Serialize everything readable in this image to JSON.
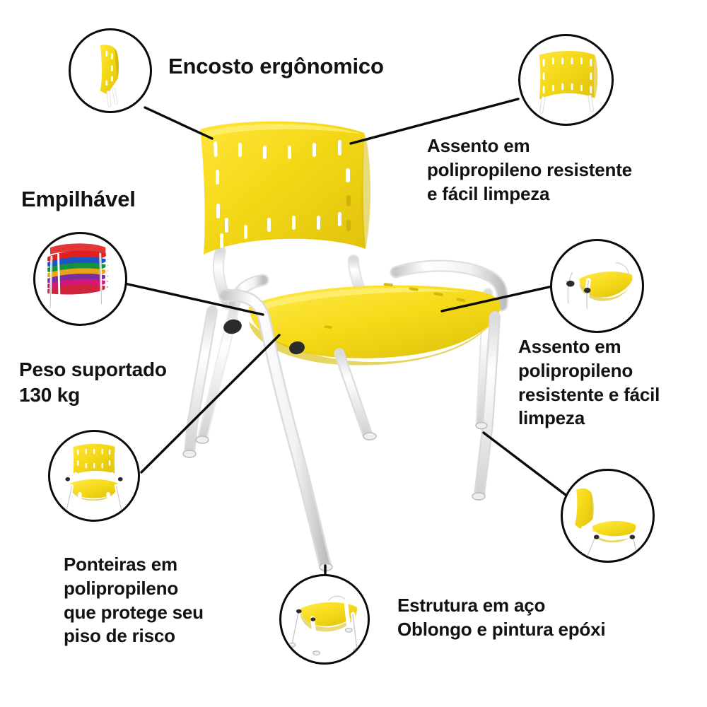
{
  "page": {
    "title": "Cadeira Fixa Polipropileno - Infografico de Caracteristicas",
    "background_color": "#ffffff",
    "product_color": "#F2D91A",
    "frame_color": "#FFFFFF",
    "outline_color": "#0A0A0A"
  },
  "labels": {
    "encosto": "Encosto ergônomico",
    "assento_top": "Assento em\npolipropileno resistente\ne fácil limpeza",
    "empilhavel": "Empilhável",
    "peso": "Peso suportado\n130 kg",
    "assento_right": "Assento em\npolipropileno\nresistente e fácil\nlimpeza",
    "ponteiras": "Ponteiras em\npolipropileno\nque protege seu\npiso de risco",
    "estrutura": "Estrutura em aço\nOblongo e pintura epóxi"
  },
  "callouts": [
    {
      "id": "backrest-side",
      "name": "backrest-side-view",
      "description": "Encosto visto de lado"
    },
    {
      "id": "backrest-front",
      "name": "backrest-front-view",
      "description": "Encosto visto de frente com rasgos"
    },
    {
      "id": "stack",
      "name": "stacked-chairs",
      "description": "Cadeiras empilhadas coloridas"
    },
    {
      "id": "seat-detail",
      "name": "seat-detail-view",
      "description": "Assento em detalhe"
    },
    {
      "id": "chair-front",
      "name": "chair-front-view",
      "description": "Cadeira vista de frente"
    },
    {
      "id": "chair-side",
      "name": "chair-side-view",
      "description": "Cadeira vista de lado"
    },
    {
      "id": "legs-detail",
      "name": "legs-ponteiras-view",
      "description": "Pés e ponteiras"
    }
  ],
  "stack_colors": [
    "#E02020",
    "#1B56C4",
    "#14923C",
    "#E8A317",
    "#7B2D9E",
    "#D4157E",
    "#D0243C"
  ],
  "specs": {
    "weight_capacity": "130 kg",
    "seat_material": "polipropileno",
    "frame_material": "aço Oblongo",
    "finish": "pintura epóxi",
    "stackable": "Empilhável"
  }
}
